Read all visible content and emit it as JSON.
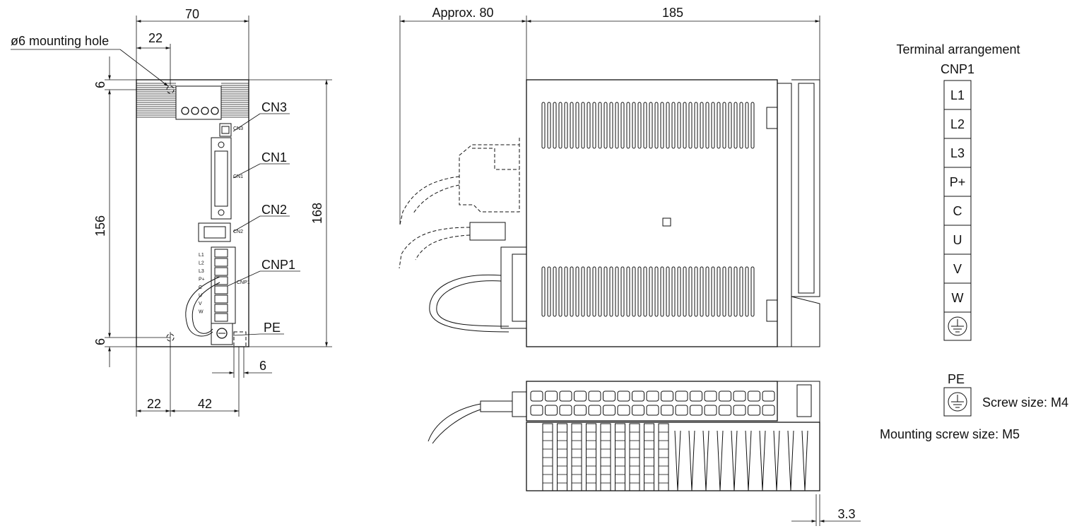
{
  "front_view": {
    "width_dim": "70",
    "hole_offset_dim": "22",
    "mounting_hole_label": "ø6 mounting hole",
    "top_margin_dim": "6",
    "body_height_dim": "156",
    "bottom_margin_dim": "6",
    "total_height_dim": "168",
    "bottom_left_dim": "22",
    "bottom_pitch_dim": "42",
    "pe_offset_dim": "6",
    "connector_labels": [
      "CN3",
      "CN1",
      "CN2",
      "CNP1",
      "PE"
    ],
    "terminal_marks": [
      "L1",
      "L2",
      "L3",
      "P+",
      "C",
      "U",
      "V",
      "W"
    ],
    "port_marks": [
      "CN3",
      "CN1",
      "CN2",
      "CNP1"
    ]
  },
  "side_view": {
    "cable_depth_dim": "Approx. 80",
    "body_depth_dim": "185",
    "fin_offset_dim": "3.3"
  },
  "terminal_block": {
    "title": "Terminal arrangement",
    "connector_name": "CNP1",
    "terminals": [
      "L1",
      "L2",
      "L3",
      "P+",
      "C",
      "U",
      "V",
      "W"
    ],
    "ground_icon": "protective-earth-icon"
  },
  "pe_note": {
    "label": "PE",
    "screw_size": "Screw size: M4",
    "mounting_screw_size": "Mounting screw size: M5"
  }
}
